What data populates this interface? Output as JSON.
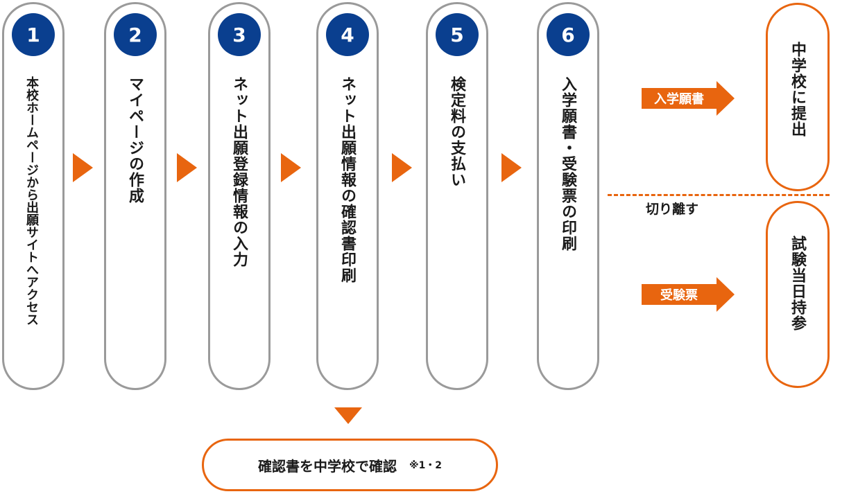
{
  "steps": [
    {
      "number": "1",
      "text": "本校ホームページから出願サイトへアクセス"
    },
    {
      "number": "2",
      "text": "マイページの作成"
    },
    {
      "number": "3",
      "text": "ネット出願登録情報の入力"
    },
    {
      "number": "4",
      "text": "ネット出願情報の確認書印刷"
    },
    {
      "number": "5",
      "text": "検定料の支払い"
    },
    {
      "number": "6",
      "text": "入学願書・受験票の印刷"
    }
  ],
  "outputs": {
    "top_tag": "入学願書",
    "top_destination": "中学校に提出",
    "divider_label": "切り離す",
    "bottom_tag": "受験票",
    "bottom_destination": "試験当日持参"
  },
  "confirmation": {
    "text": "確認書を中学校で確認",
    "note": "※1・2"
  },
  "colors": {
    "accent": "#e8650f",
    "number_badge": "#0a3f8f",
    "pill_border": "#9a9a9a"
  }
}
